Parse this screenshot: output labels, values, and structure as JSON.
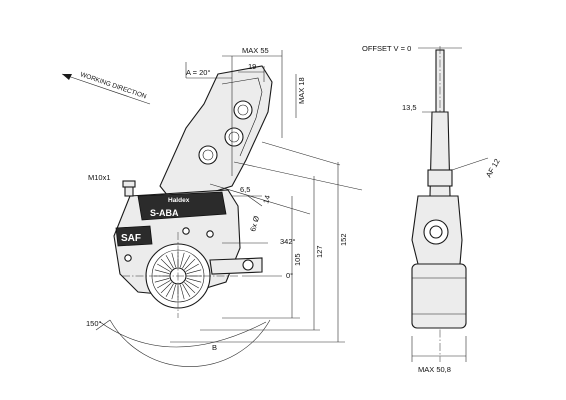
{
  "labels": {
    "working_direction": "WORKING DIRECTION",
    "angle_a": "A = 20°",
    "max_55": "MAX 55",
    "dim_19": "19",
    "max_18": "MAX 18",
    "offset": "OFFSET V = 0",
    "dim_13_5": "13,5",
    "af_12": "AF 12",
    "m10x1": "M10x1",
    "dim_6_5": "6,5",
    "dim_14": "14",
    "dim_6x_phi": "6x Ø",
    "angle_342": "342°",
    "angle_0": "0°",
    "angle_150": "150°",
    "dim_105": "105",
    "dim_127": "127",
    "dim_152": "152",
    "dim_b": "B",
    "max_50_8": "MAX 50,8"
  },
  "markings": {
    "haldex": "Haldex",
    "s_aba": "S-ABA",
    "saf": "SAF"
  },
  "colors": {
    "line": "#1a1a1a",
    "body_fill": "#ececec",
    "label_plate": "#2b2b2b"
  }
}
